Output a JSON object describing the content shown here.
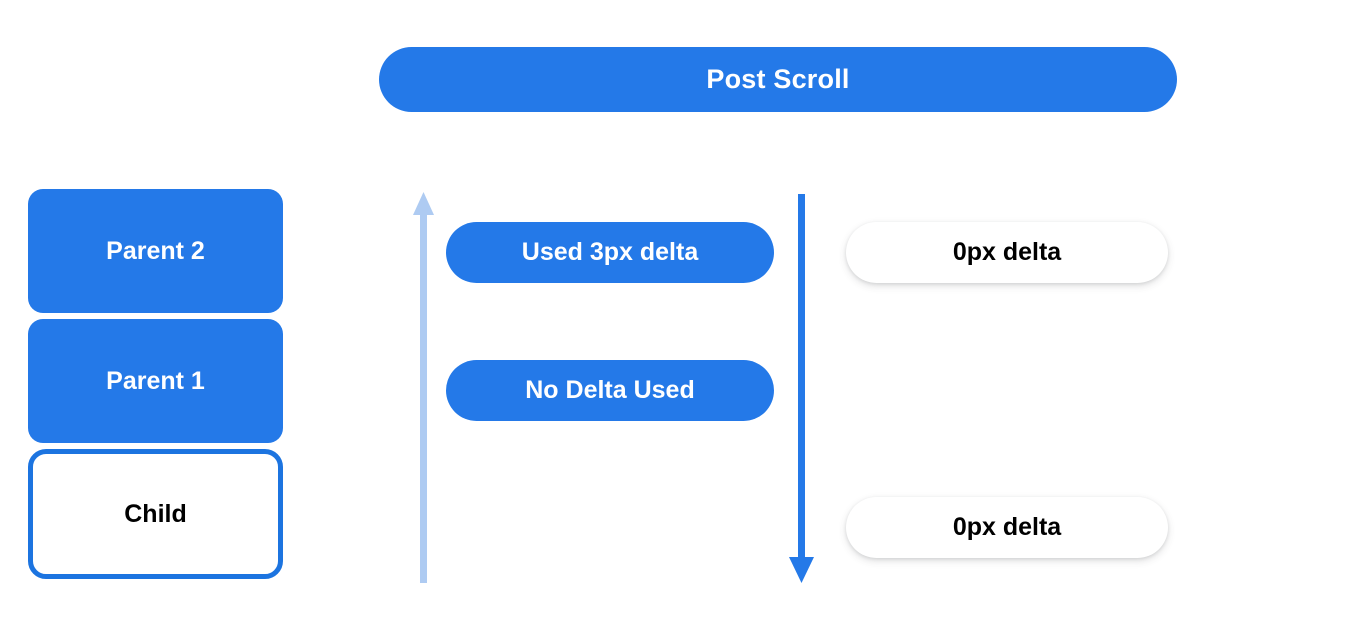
{
  "header": {
    "title": "Post Scroll"
  },
  "colors": {
    "brand_blue": "#2479E8",
    "outline_blue": "#1C74E0",
    "light_arrow_blue": "#AECBF2",
    "arrow_blue": "#2479E8",
    "background": "#FFFFFF",
    "text_on_blue": "#FFFFFF",
    "text_dark": "#000000"
  },
  "left_stack": {
    "nodes": [
      {
        "label": "Parent 2",
        "style": "filled"
      },
      {
        "label": "Parent 1",
        "style": "filled"
      },
      {
        "label": "Child",
        "style": "outlined"
      }
    ]
  },
  "arrows": {
    "left": {
      "name": "up-arrow-icon",
      "direction": "up",
      "color": "#AECBF2"
    },
    "right": {
      "name": "down-arrow-icon",
      "direction": "down",
      "color": "#2479E8"
    }
  },
  "middle_column": {
    "pills": [
      {
        "label": "Used 3px delta"
      },
      {
        "label": "No Delta Used"
      }
    ]
  },
  "right_column": {
    "pills": [
      {
        "label": "0px delta"
      },
      {
        "label": "0px delta"
      }
    ]
  }
}
